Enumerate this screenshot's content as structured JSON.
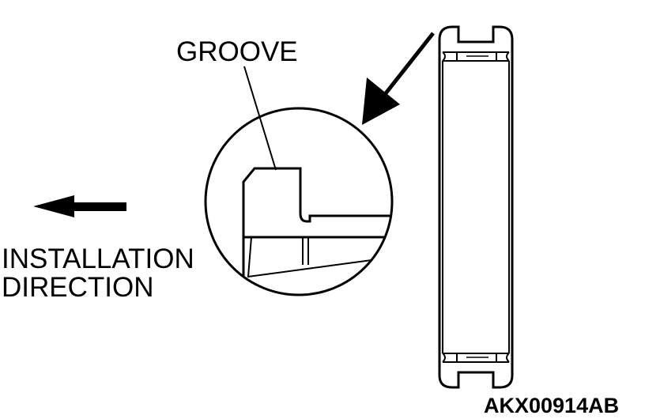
{
  "labels": {
    "groove": "GROOVE",
    "installation_line1": "INSTALLATION",
    "installation_line2": "DIRECTION",
    "figure_code": "AKX00914AB"
  },
  "colors": {
    "ink": "#000000",
    "background": "#ffffff"
  }
}
